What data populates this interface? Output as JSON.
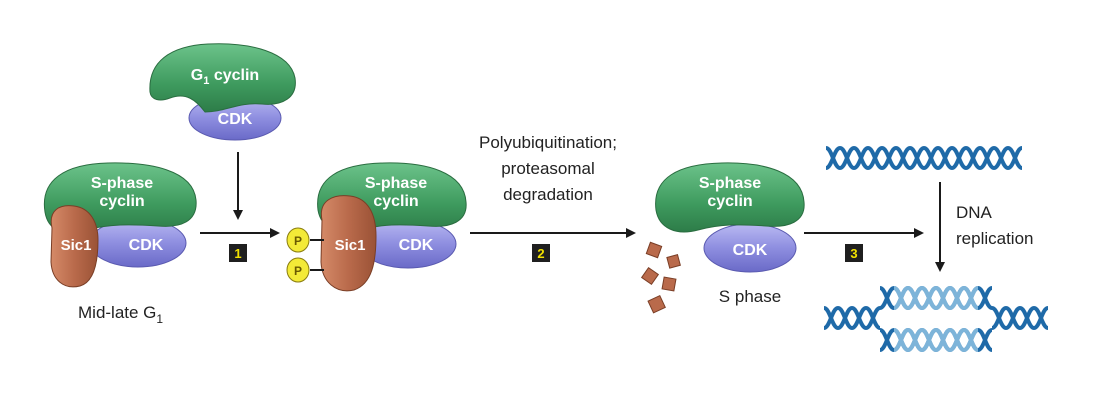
{
  "colors": {
    "cyclin_green": "#3e9a5e",
    "cdk_purple": "#8e8ee0",
    "sic1_brown": "#b96a4b",
    "phosphate_yellow": "#f3ea37",
    "step_box": "#1f1f1f",
    "step_number": "#f2e200",
    "dna_dark": "#1f6aa8",
    "dna_light": "#8ec1e2",
    "arrow": "#1a1a1a"
  },
  "labels": {
    "g1_cyclin": "G",
    "g1_cyclin_sub": "1",
    "g1_cyclin_tail": " cyclin",
    "cdk": "CDK",
    "s_phase_line1": "S-phase",
    "s_phase_line2": "cyclin",
    "sic1": "Sic1",
    "phosphate": "P",
    "mid_late": "Mid-late G",
    "mid_late_sub": "1",
    "poly_line1": "Polyubiquitination;",
    "poly_line2": "proteasomal",
    "poly_line3": "degradation",
    "s_phase_caption": "S phase",
    "dna_line1": "DNA",
    "dna_line2": "replication"
  },
  "steps": [
    {
      "number": "1"
    },
    {
      "number": "2"
    },
    {
      "number": "3"
    }
  ]
}
